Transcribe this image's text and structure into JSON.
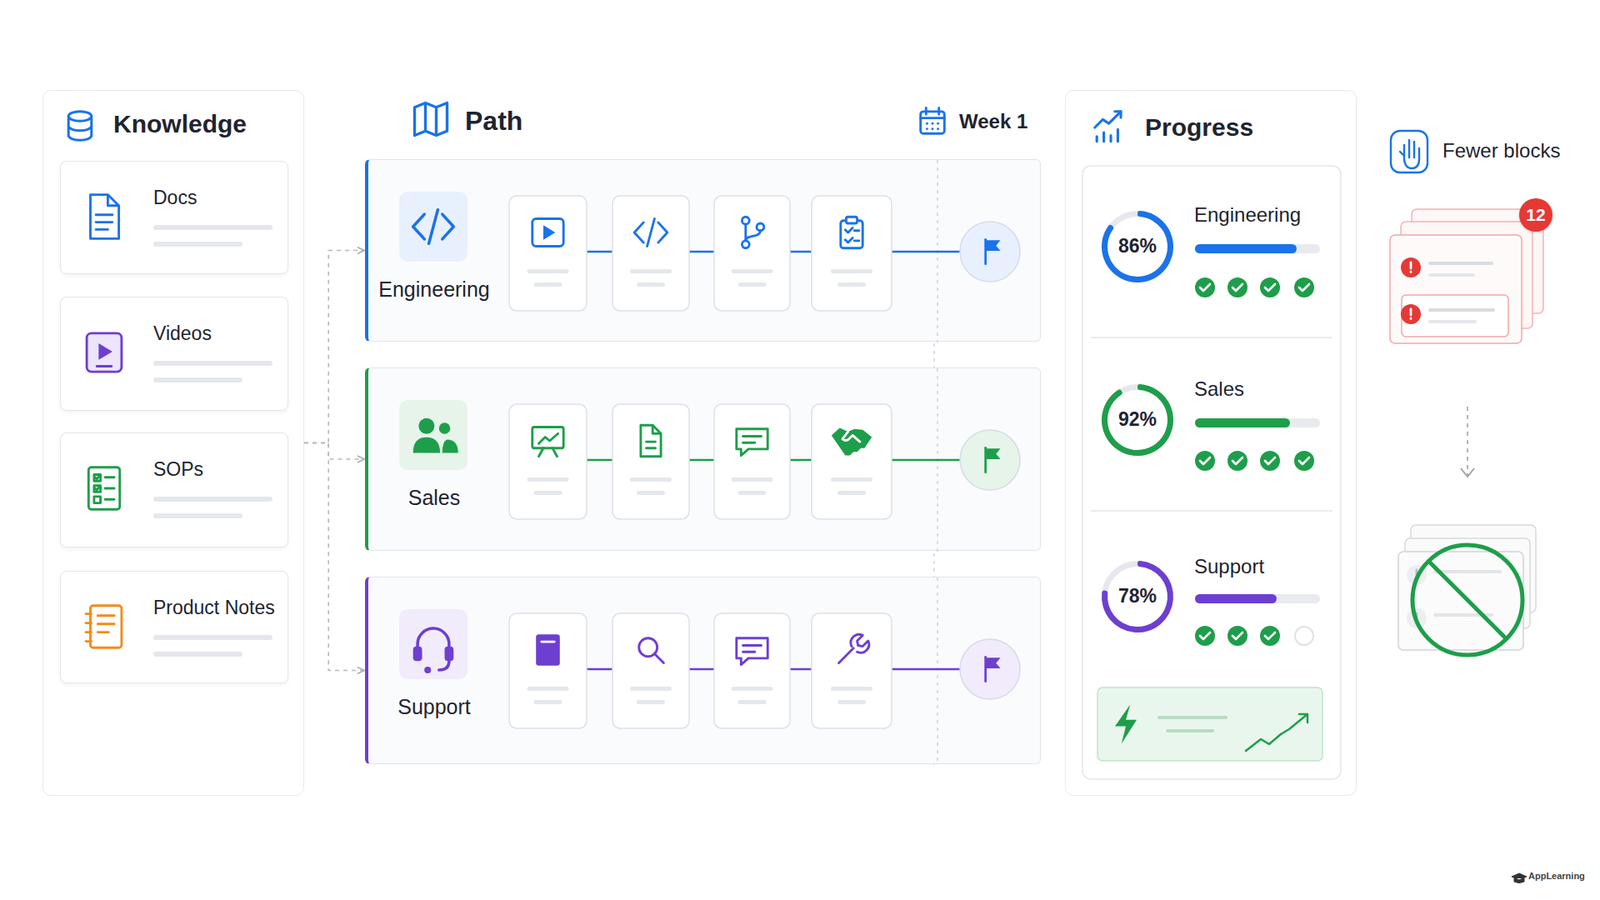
{
  "diagram": {
    "nodes": [
      {
        "text": [
          "Knowledge"
        ]
      },
      {
        "text": [
          "Docs"
        ],
        "in": 0
      },
      {
        "text": [
          "Videos"
        ],
        "in": 0
      },
      {
        "text": [
          "SOPs"
        ],
        "in": 0
      },
      {
        "text": [
          "Product Notes"
        ],
        "in": 0
      },
      {
        "text": [
          "Engineering"
        ]
      },
      {
        "text": [
          "Sales"
        ]
      },
      {
        "text": [
          "Support"
        ]
      },
      {
        "text": [
          "Progress"
        ]
      },
      {
        "text": [
          "86%"
        ],
        "in": 8
      },
      {
        "text": [
          "92%"
        ],
        "in": 8
      },
      {
        "text": [
          "78%"
        ],
        "in": 8
      },
      {
        "text": [
          "12"
        ]
      }
    ],
    "edges": [
      {
        "from": 0,
        "to": 5,
        "arrow": "to"
      },
      {
        "from": 0,
        "to": 6,
        "arrow": "to"
      },
      {
        "from": 0,
        "to": 7,
        "arrow": "to"
      }
    ],
    "labels": [
      "Path",
      "Week 1",
      "Engineering",
      "Sales",
      "Support",
      "Fewer blocks",
      "AppLearning"
    ]
  }
}
